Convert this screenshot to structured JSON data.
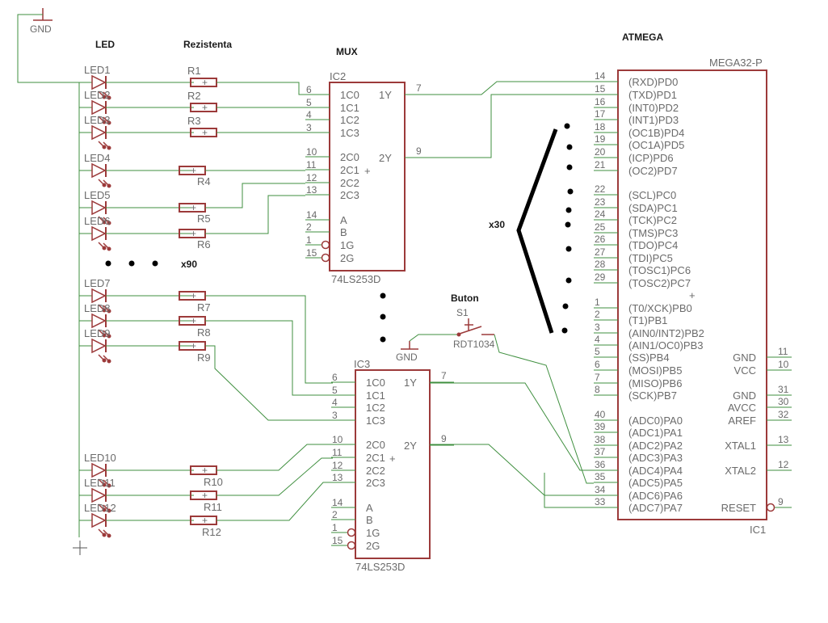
{
  "annotations": {
    "led": "LED",
    "rezistenta": "Rezistenta",
    "mux": "MUX",
    "atmega": "ATMEGA",
    "buton": "Buton",
    "x90": "x90",
    "x30": "x30"
  },
  "gnd": "GND",
  "leds": [
    "LED1",
    "LED2",
    "LED3",
    "LED4",
    "LED5",
    "LED6",
    "LED7",
    "LED8",
    "LED9",
    "LED10",
    "LED11",
    "LED12"
  ],
  "resistors": [
    "R1",
    "R2",
    "R3",
    "R4",
    "R5",
    "R6",
    "R7",
    "R8",
    "R9",
    "R10",
    "R11",
    "R12"
  ],
  "ic2": {
    "name": "IC2",
    "value": "74LS253D",
    "pins": [
      {
        "num": "6",
        "name": "1C0"
      },
      {
        "num": "5",
        "name": "1C1"
      },
      {
        "num": "4",
        "name": "1C2"
      },
      {
        "num": "3",
        "name": "1C3"
      },
      {
        "num": "10",
        "name": "2C0"
      },
      {
        "num": "11",
        "name": "2C1"
      },
      {
        "num": "12",
        "name": "2C2"
      },
      {
        "num": "13",
        "name": "2C3"
      },
      {
        "num": "14",
        "name": "A"
      },
      {
        "num": "2",
        "name": "B"
      },
      {
        "num": "1",
        "name": "1G"
      },
      {
        "num": "15",
        "name": "2G"
      }
    ],
    "outputs": [
      {
        "num": "7",
        "name": "1Y"
      },
      {
        "num": "9",
        "name": "2Y"
      }
    ]
  },
  "ic3": {
    "name": "IC3",
    "value": "74LS253D",
    "pins": [
      {
        "num": "6",
        "name": "1C0"
      },
      {
        "num": "5",
        "name": "1C1"
      },
      {
        "num": "4",
        "name": "1C2"
      },
      {
        "num": "3",
        "name": "1C3"
      },
      {
        "num": "10",
        "name": "2C0"
      },
      {
        "num": "11",
        "name": "2C1"
      },
      {
        "num": "12",
        "name": "2C2"
      },
      {
        "num": "13",
        "name": "2C3"
      },
      {
        "num": "14",
        "name": "A"
      },
      {
        "num": "2",
        "name": "B"
      },
      {
        "num": "1",
        "name": "1G"
      },
      {
        "num": "15",
        "name": "2G"
      }
    ],
    "outputs": [
      {
        "num": "7",
        "name": "1Y"
      },
      {
        "num": "9",
        "name": "2Y"
      }
    ]
  },
  "switch": {
    "name": "S1",
    "value": "RDT1034"
  },
  "atmega": {
    "value": "MEGA32-P",
    "name": "IC1",
    "left_pins": [
      {
        "num": "14",
        "name": "(RXD)PD0"
      },
      {
        "num": "15",
        "name": "(TXD)PD1"
      },
      {
        "num": "16",
        "name": "(INT0)PD2"
      },
      {
        "num": "17",
        "name": "(INT1)PD3"
      },
      {
        "num": "18",
        "name": "(OC1B)PD4"
      },
      {
        "num": "19",
        "name": "(OC1A)PD5"
      },
      {
        "num": "20",
        "name": "(ICP)PD6"
      },
      {
        "num": "21",
        "name": "(OC2)PD7"
      },
      {
        "num": "22",
        "name": "(SCL)PC0"
      },
      {
        "num": "23",
        "name": "(SDA)PC1"
      },
      {
        "num": "24",
        "name": "(TCK)PC2"
      },
      {
        "num": "25",
        "name": "(TMS)PC3"
      },
      {
        "num": "26",
        "name": "(TDO)PC4"
      },
      {
        "num": "27",
        "name": "(TDI)PC5"
      },
      {
        "num": "28",
        "name": "(TOSC1)PC6"
      },
      {
        "num": "29",
        "name": "(TOSC2)PC7"
      },
      {
        "num": "1",
        "name": "(T0/XCK)PB0"
      },
      {
        "num": "2",
        "name": "(T1)PB1"
      },
      {
        "num": "3",
        "name": "(AIN0/INT2)PB2"
      },
      {
        "num": "4",
        "name": "(AIN1/OC0)PB3"
      },
      {
        "num": "5",
        "name": "(SS)PB4"
      },
      {
        "num": "6",
        "name": "(MOSI)PB5"
      },
      {
        "num": "7",
        "name": "(MISO)PB6"
      },
      {
        "num": "8",
        "name": "(SCK)PB7"
      },
      {
        "num": "40",
        "name": "(ADC0)PA0"
      },
      {
        "num": "39",
        "name": "(ADC1)PA1"
      },
      {
        "num": "38",
        "name": "(ADC2)PA2"
      },
      {
        "num": "37",
        "name": "(ADC3)PA3"
      },
      {
        "num": "36",
        "name": "(ADC4)PA4"
      },
      {
        "num": "35",
        "name": "(ADC5)PA5"
      },
      {
        "num": "34",
        "name": "(ADC6)PA6"
      },
      {
        "num": "33",
        "name": "(ADC7)PA7"
      }
    ],
    "right_pins": [
      {
        "num": "11",
        "name": "GND"
      },
      {
        "num": "10",
        "name": "VCC"
      },
      {
        "num": "31",
        "name": "GND"
      },
      {
        "num": "30",
        "name": "AVCC"
      },
      {
        "num": "32",
        "name": "AREF"
      },
      {
        "num": "13",
        "name": "XTAL1"
      },
      {
        "num": "12",
        "name": "XTAL2"
      },
      {
        "num": "9",
        "name": "RESET"
      }
    ]
  }
}
